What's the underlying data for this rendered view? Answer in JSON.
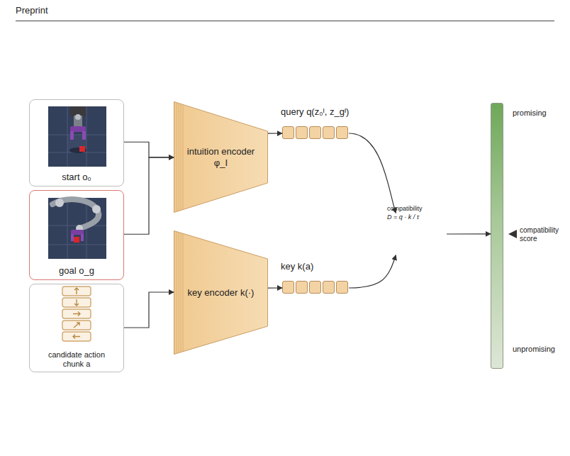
{
  "diagram": {
    "nodes": [
      {
        "text": [
          "start o₀"
        ]
      },
      {
        "text": [
          "goal o_g"
        ]
      },
      {
        "text": [
          "candidate action chunk a"
        ]
      },
      {
        "text": [
          "intuition encoder φ_I"
        ]
      },
      {
        "text": [
          "key encoder k(·)"
        ]
      },
      {
        "text": [
          "query q(z₀ᴵ, z_gᴵ)"
        ]
      },
      {
        "text": [
          "key k(a)"
        ]
      },
      {
        "text": [
          "compatibility",
          "D = q · k / τ"
        ]
      },
      {
        "text": [
          "promising",
          "compatibility score",
          "unpromising"
        ]
      }
    ],
    "edges": [
      {
        "from": 0,
        "to": 3,
        "arrow": "to"
      },
      {
        "from": 1,
        "to": 3,
        "arrow": "to"
      },
      {
        "from": 3,
        "to": 5,
        "arrow": "to"
      },
      {
        "from": 2,
        "to": 4,
        "arrow": "to"
      },
      {
        "from": 4,
        "to": 6,
        "arrow": "to"
      },
      {
        "from": 5,
        "to": 7,
        "arrow": "to"
      },
      {
        "from": 6,
        "to": 7,
        "arrow": "to"
      },
      {
        "from": 7,
        "to": 8,
        "arrow": "to"
      }
    ],
    "labels": [
      "Preprint"
    ]
  }
}
